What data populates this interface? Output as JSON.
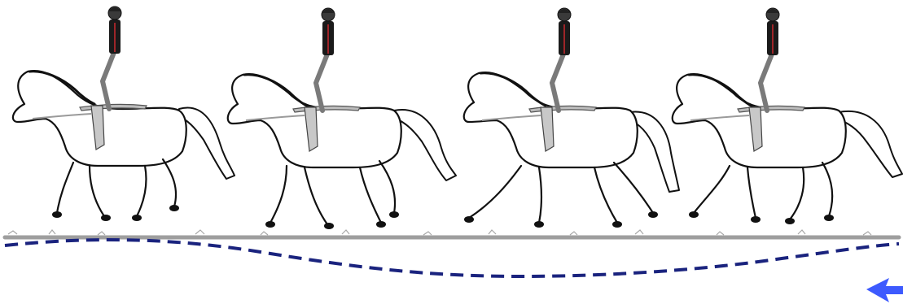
{
  "figure": {
    "horses": [
      {
        "gait_pose": "gallop-extended"
      },
      {
        "gait_pose": "trot-diagonal"
      },
      {
        "gait_pose": "walk-stride"
      },
      {
        "gait_pose": "canter-collected"
      }
    ],
    "colors": {
      "path": "#1a237e",
      "arrow": "#3d5afe",
      "ground": "#9e9e9e",
      "rider_seam": "#c0282d"
    },
    "direction_arrow_icon": "arrow-left-icon"
  }
}
